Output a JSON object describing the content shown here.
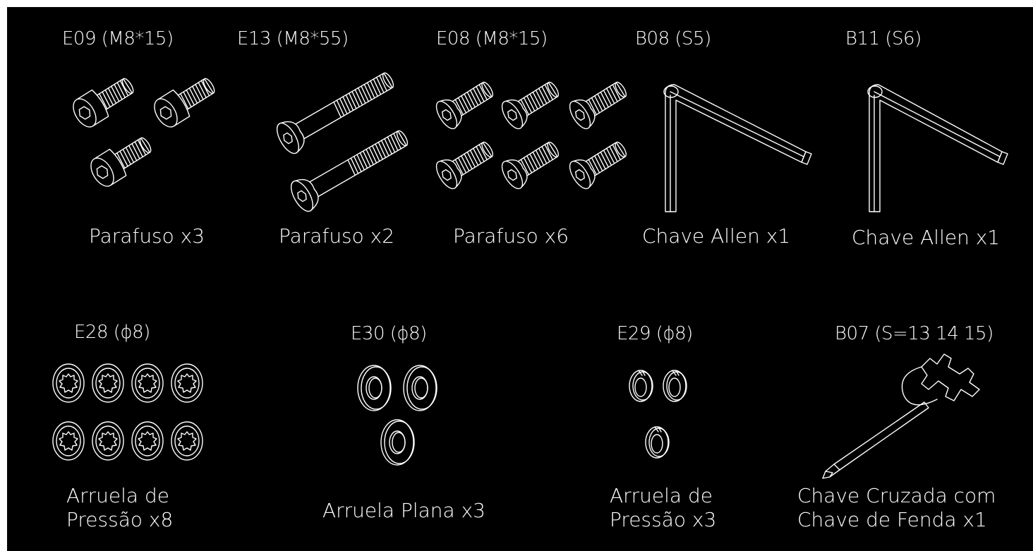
{
  "items": [
    {
      "code": "E09 (M8*15)",
      "description": [
        "Parafuso x3"
      ],
      "icon": "socket-cap-screw-icon",
      "count": 3
    },
    {
      "code": "E13 (M8*55)",
      "description": [
        "Parafuso x2"
      ],
      "icon": "long-button-head-bolt-icon",
      "count": 2
    },
    {
      "code": "E08 (M8*15)",
      "description": [
        "Parafuso x6"
      ],
      "icon": "button-head-screw-icon",
      "count": 6
    },
    {
      "code": "B08 (S5)",
      "description": [
        "Chave Allen x1"
      ],
      "icon": "allen-key-icon",
      "count": 1
    },
    {
      "code": "B11 (S6)",
      "description": [
        "Chave Allen x1"
      ],
      "icon": "allen-key-icon",
      "count": 1
    },
    {
      "code": "E28 (ϕ8)",
      "description": [
        "Arruela de",
        "Pressão x8"
      ],
      "icon": "toothed-lock-washer-icon",
      "count": 8
    },
    {
      "code": "E30 (ϕ8)",
      "description": [
        "Arruela Plana x3"
      ],
      "icon": "flat-washer-icon",
      "count": 3
    },
    {
      "code": "E29 (ϕ8)",
      "description": [
        "Arruela de",
        "Pressão x3"
      ],
      "icon": "split-lock-washer-icon",
      "count": 3
    },
    {
      "code": "B07 (S=13 14 15)",
      "description": [
        "Chave Cruzada com",
        "Chave de Fenda x1"
      ],
      "icon": "cross-wrench-screwdriver-icon",
      "count": 1
    }
  ],
  "colors": {
    "background": "#000000",
    "line": "#ffffff",
    "page": "#ffffff"
  }
}
